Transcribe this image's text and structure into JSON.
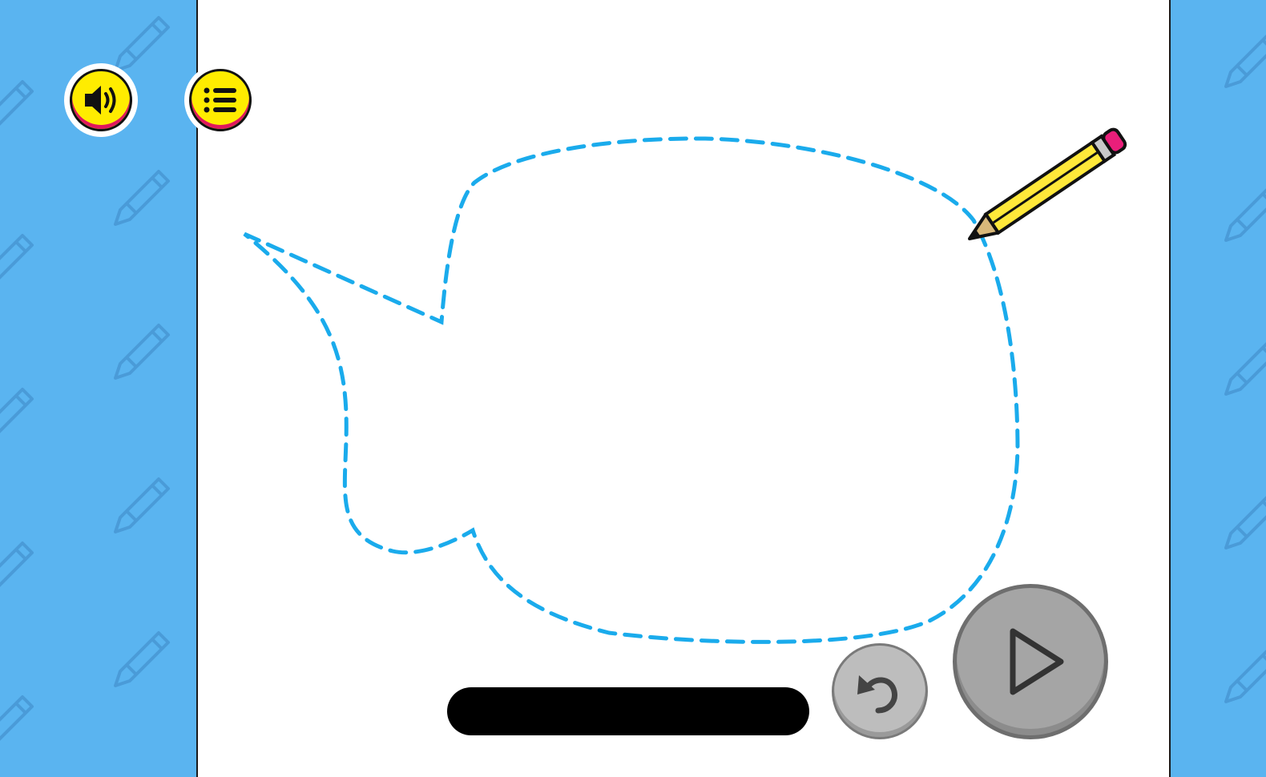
{
  "game": {
    "controls": {
      "sound_icon": "speaker-volume-icon",
      "menu_icon": "list-menu-icon",
      "undo_icon": "undo-arrow-icon",
      "play_icon": "play-triangle-icon"
    },
    "tool": {
      "icon": "pencil-icon"
    },
    "trace_shape": {
      "type": "speech-bubble",
      "stroke_style": "dashed"
    },
    "progress": {
      "fraction": 0
    },
    "colors": {
      "background": "#5ab4f0",
      "pattern": "#4a9bd8",
      "board": "#ffffff",
      "dashed_path": "#1aabec",
      "button_yellow": "#ffec00",
      "button_accent": "#e0185e",
      "button_gray": "#a5a5a5",
      "progress_track": "#000000",
      "pencil_body": "#ffe83a",
      "pencil_eraser": "#e91e7a",
      "pencil_wood": "#d8b87a"
    }
  }
}
